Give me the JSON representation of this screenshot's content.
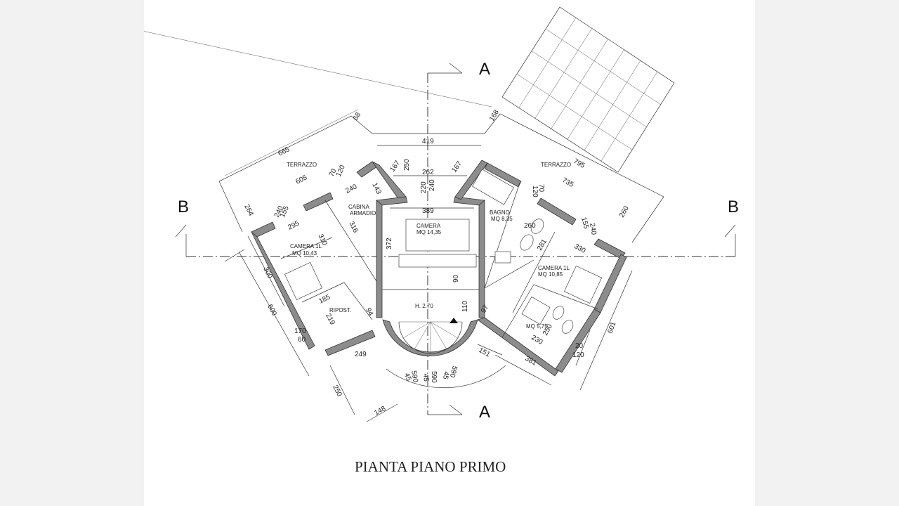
{
  "drawing": {
    "title": "PIANTA PIANO PRIMO",
    "section_labels": {
      "a_top": "A",
      "a_bottom": "A",
      "b_left": "B",
      "b_right": "B"
    },
    "rooms": {
      "terrazzo_left": "TERRAZZO",
      "terrazzo_right": "TERRAZZO",
      "cabina_line1": "CABINA",
      "cabina_line2": "ARMADIO",
      "camera_center_line1": "CAMERA",
      "camera_center_line2": "MQ 14,35",
      "bagno_line1": "BAGNO",
      "bagno_line2": "MQ 8,35",
      "camera_left_line1": "CAMERA 1L",
      "camera_left_line2": "MQ 10,43",
      "camera_right_line1": "CAMERA 1L",
      "camera_right_line2": "MQ 10,85",
      "ripost": "RIPOST.",
      "bath_small": "MQ 5,75",
      "hall_height": "H. 2.70"
    },
    "dimensions": {
      "d665": "665",
      "d68": "68",
      "d605": "605",
      "d264": "264",
      "d120a": "120",
      "d70a": "70",
      "d240a": "240",
      "d143": "143",
      "d155a": "155",
      "d240b": "240",
      "d295": "295",
      "d310": "310",
      "d316": "316",
      "d300": "300",
      "d600": "600",
      "d185": "185",
      "d219": "219",
      "d94": "94",
      "d170": "170",
      "d60": "60",
      "d249": "249",
      "d250a": "250",
      "d148": "148",
      "d419": "419",
      "d250b": "250",
      "d167a": "167",
      "d262": "262",
      "d167b": "167",
      "d220": "220",
      "d240c": "240",
      "d389": "389",
      "d372": "372",
      "d90": "90",
      "d110": "110",
      "d97": "97",
      "d45a": "45",
      "d590a": "590",
      "d45b": "45",
      "d590b": "590",
      "d45c": "45",
      "d590c": "590",
      "d151": "151",
      "d381": "381",
      "d168": "168",
      "d795": "795",
      "d735": "735",
      "d120b": "120",
      "d70b": "70",
      "d260a": "260",
      "d260b": "260",
      "d155b": "155",
      "d240d": "240",
      "d281": "281",
      "d330": "330",
      "d250c": "250",
      "d230": "230",
      "d20": "20",
      "d120c": "120",
      "d601": "601"
    }
  }
}
